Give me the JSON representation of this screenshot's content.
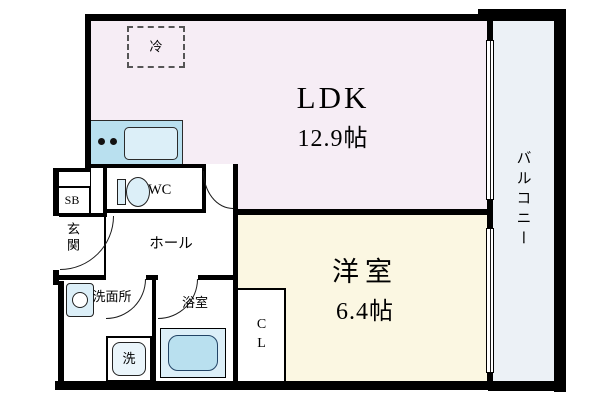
{
  "floorplan": {
    "rooms": {
      "ldk": {
        "label": "LDK",
        "size": "12.9帖"
      },
      "bedroom": {
        "label": "洋室",
        "size": "6.4帖"
      },
      "balcony": {
        "label": "バルコニー"
      },
      "entrance": {
        "label": "玄関"
      },
      "hall": {
        "label": "ホール"
      },
      "wc": {
        "label": "WC"
      },
      "shoebox": {
        "label": "SB"
      },
      "washroom": {
        "label": "洗面所"
      },
      "bathroom": {
        "label": "浴室"
      },
      "closet": {
        "label": "CL"
      },
      "laundry": {
        "label": "洗"
      },
      "refrigerator": {
        "label": "冷"
      }
    },
    "colors": {
      "wall": "#000000",
      "ldk_floor": "#f6edf5",
      "bedroom_floor": "#fbf7e2",
      "balcony_floor": "#ecf1f6",
      "fixture_fill": "#b9e0ef",
      "fixture_fill_light": "#dceff8"
    }
  }
}
